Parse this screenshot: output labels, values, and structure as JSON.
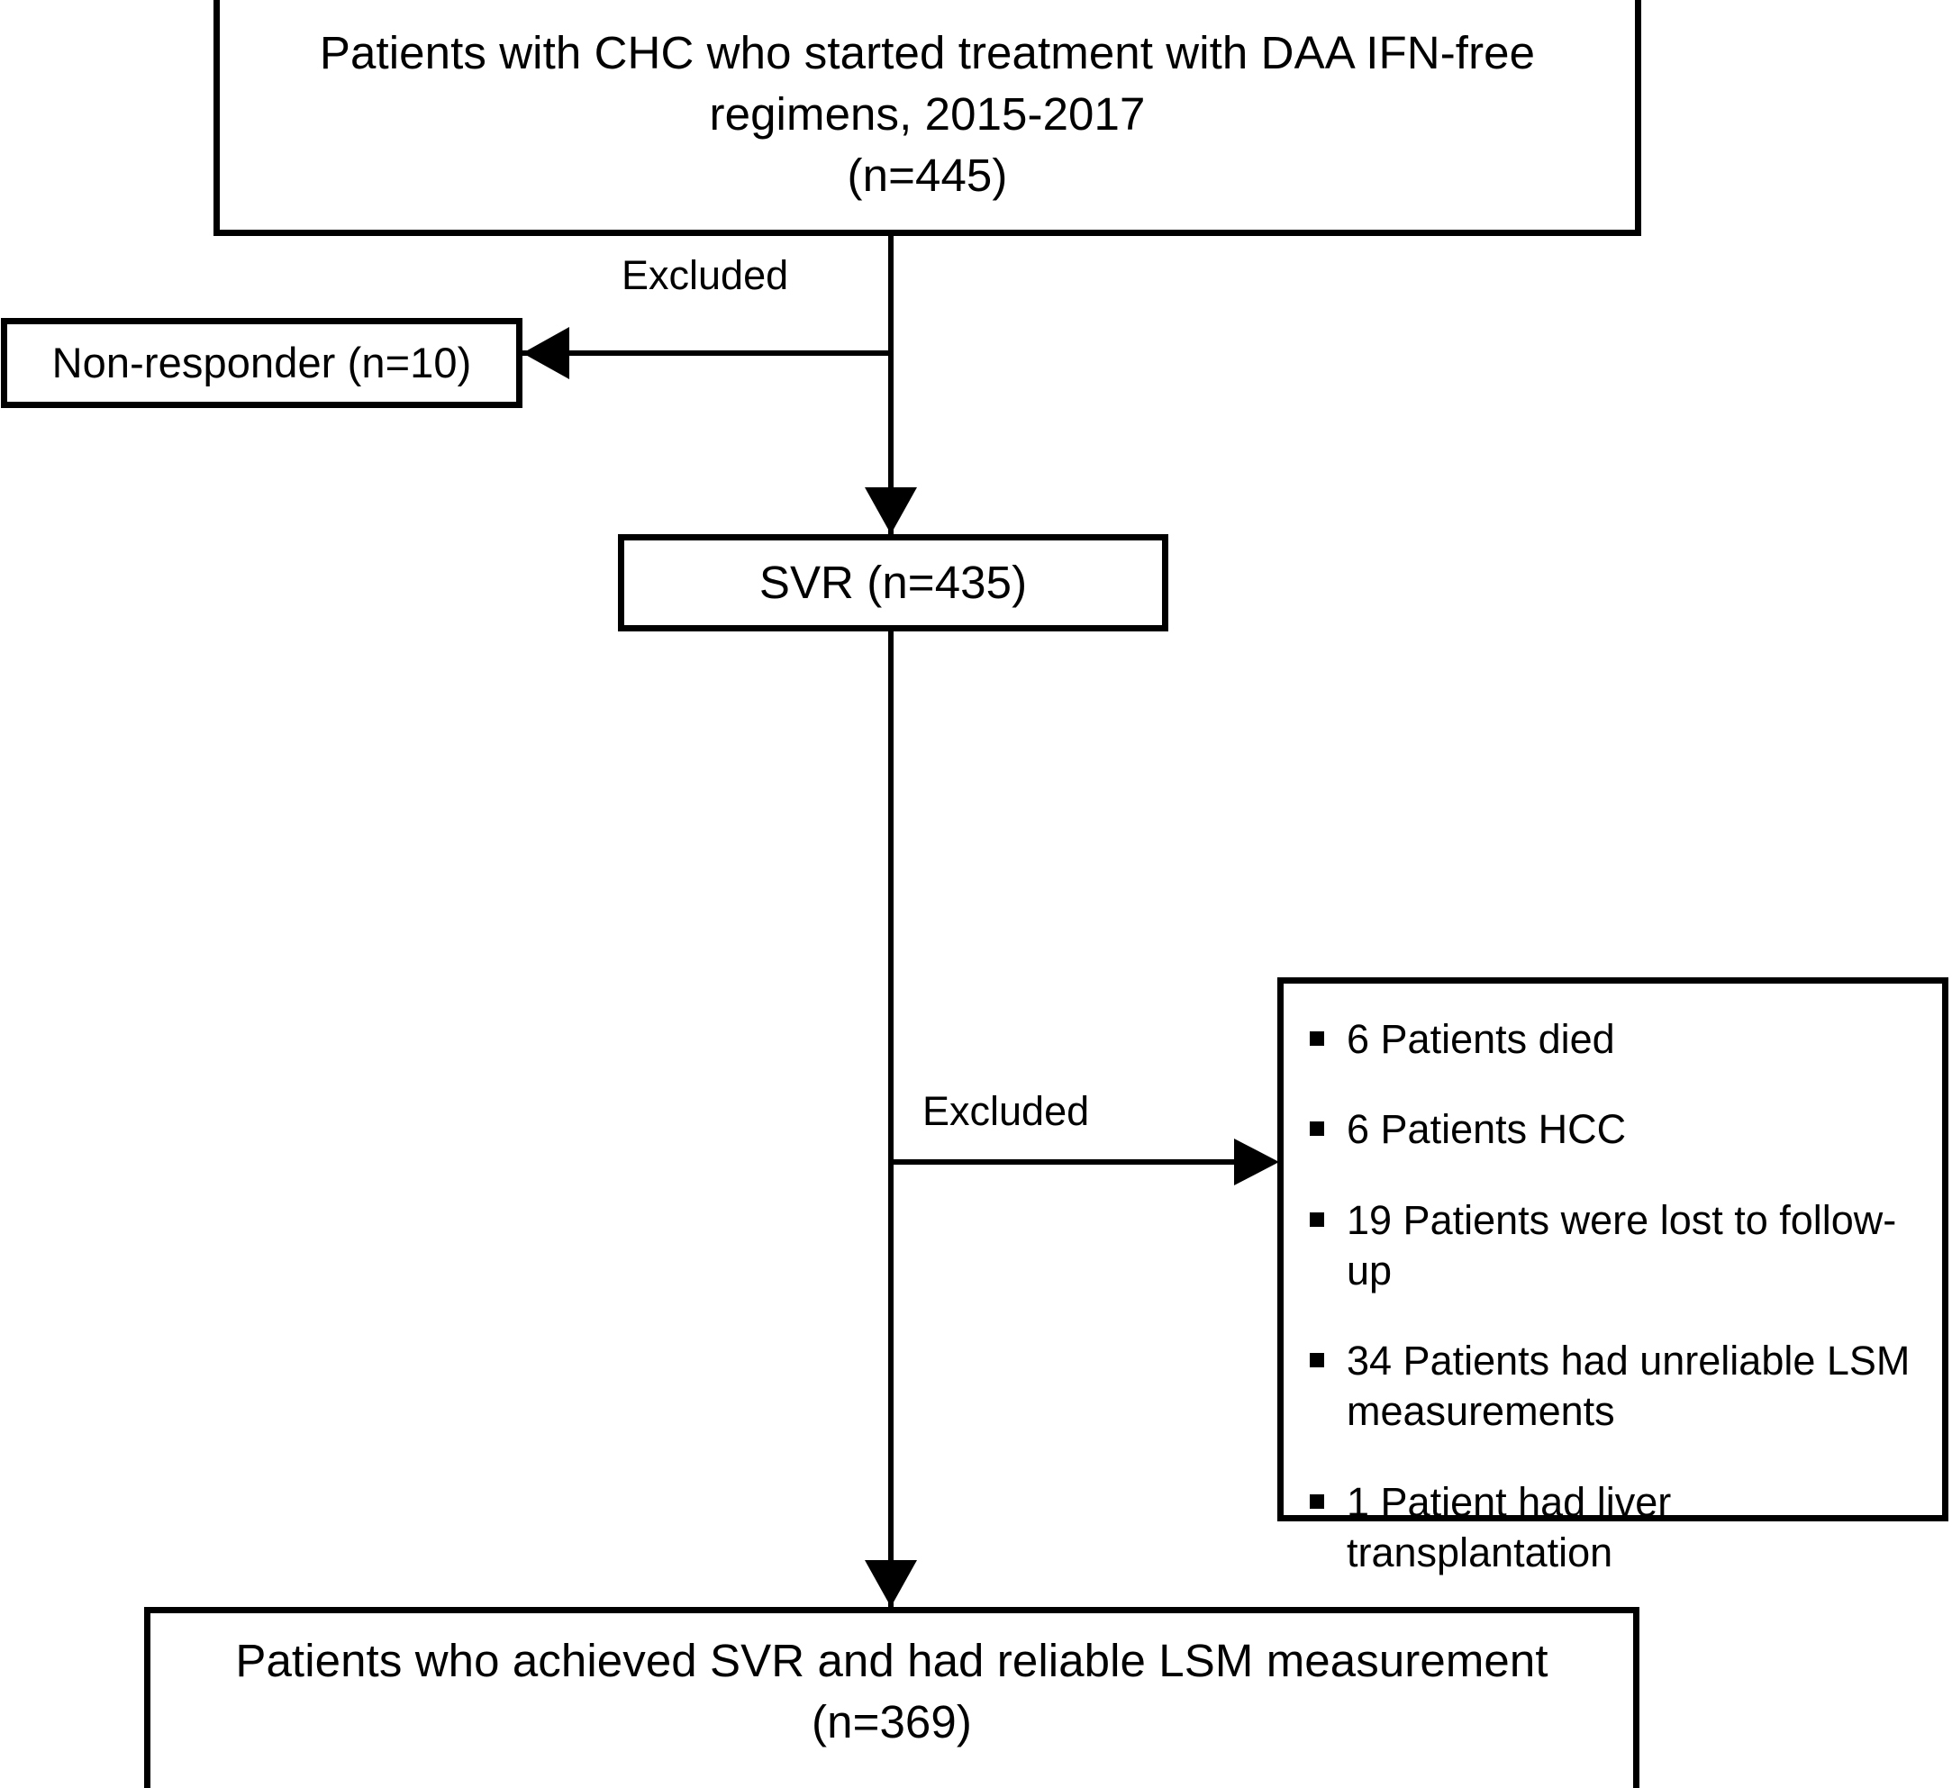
{
  "diagram": {
    "title": "CONSORT-style patient flow diagram",
    "nodes": {
      "enrolled": "Patients with CHC who started treatment with DAA IFN-free regimens, 2015-2017\n(n=445)",
      "nonresponder": "Non-responder (n=10)",
      "svr": "SVR (n=435)",
      "final": "Patients who achieved SVR and had reliable LSM measurement\n(n=369)"
    },
    "edge_labels": {
      "excluded_1": "Excluded",
      "excluded_2": "Excluded"
    },
    "excluded_list": [
      "6 Patients died",
      "6 Patients HCC",
      "19 Patients were lost to follow-up",
      "34 Patients had unreliable LSM measurements",
      "1 Patient had liver transplantation"
    ],
    "colors": {
      "stroke": "#000000",
      "background": "#ffffff",
      "text": "#000000"
    }
  }
}
